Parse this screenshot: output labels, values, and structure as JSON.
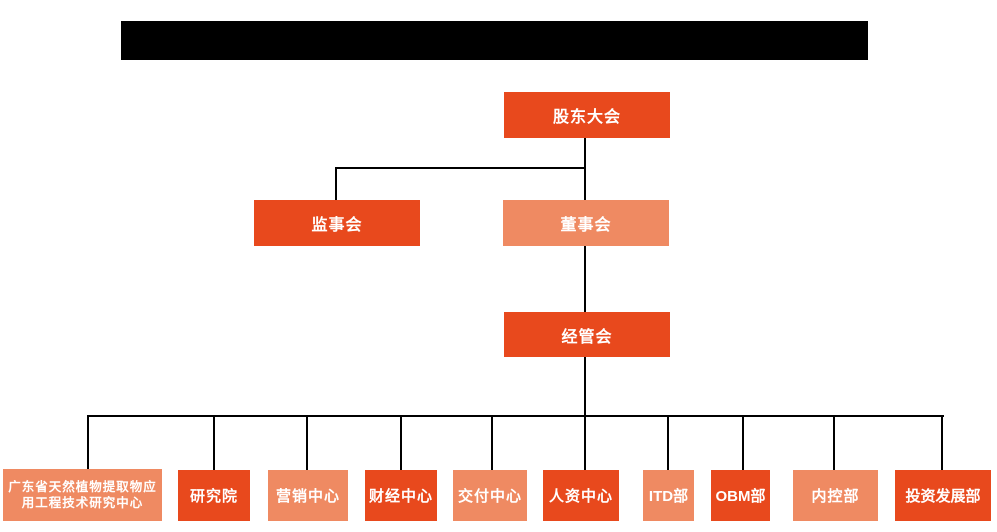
{
  "palette": {
    "dark_orange": "#E8491D",
    "light_orange": "#EF8A62",
    "text_white": "#FFFFFF",
    "line_black": "#000000",
    "redaction_black": "#000000"
  },
  "org_chart": {
    "level1": {
      "label": "股东大会",
      "variant": "dark"
    },
    "level2": [
      {
        "label": "监事会",
        "variant": "dark"
      },
      {
        "label": "董事会",
        "variant": "light"
      }
    ],
    "level3": {
      "label": "经管会",
      "variant": "dark"
    },
    "level4": [
      {
        "label": "广东省天然植物提取物应用工程技术研究中心",
        "variant": "light"
      },
      {
        "label": "研究院",
        "variant": "dark"
      },
      {
        "label": "营销中心",
        "variant": "light"
      },
      {
        "label": "财经中心",
        "variant": "dark"
      },
      {
        "label": "交付中心",
        "variant": "light"
      },
      {
        "label": "人资中心",
        "variant": "dark"
      },
      {
        "label": "ITD部",
        "variant": "light"
      },
      {
        "label": "OBM部",
        "variant": "dark"
      },
      {
        "label": "内控部",
        "variant": "light"
      },
      {
        "label": "投资发展部",
        "variant": "dark"
      }
    ]
  }
}
